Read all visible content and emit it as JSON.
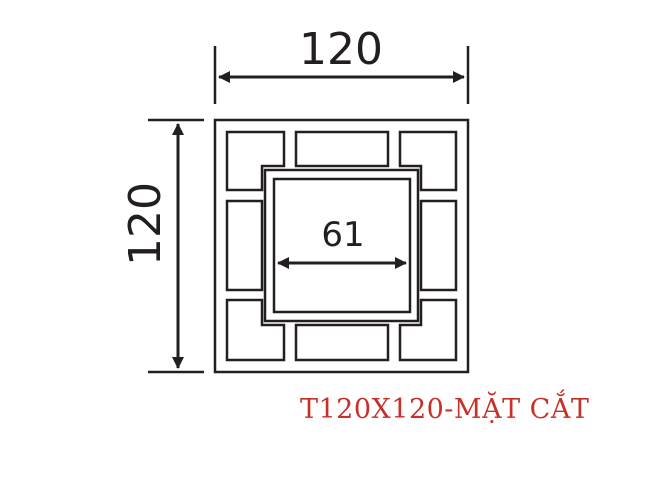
{
  "dimensions": {
    "top_width": "120",
    "left_height": "120",
    "inner_width": "61"
  },
  "caption": "T120X120-MẶT CẮT",
  "colors": {
    "line": "#231f20",
    "caption": "#c8302a"
  }
}
